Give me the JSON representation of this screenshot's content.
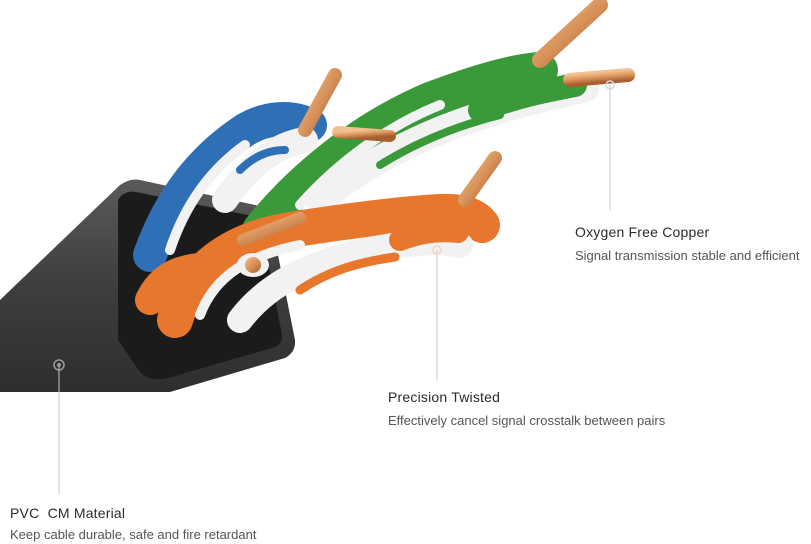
{
  "callouts": {
    "copper": {
      "title": "Oxygen Free Copper",
      "desc": "Signal transmission stable and efficient"
    },
    "twist": {
      "title": "Precision Twisted",
      "desc": "Effectively cancel signal crosstalk between pairs"
    },
    "pvc": {
      "title": "PVC  CM Material",
      "desc": "Keep cable durable, safe and fire retardant"
    }
  },
  "colors": {
    "jacket": "#4a4a4a",
    "jacket_inner": "#1a1a1a",
    "blue": "#2f6fb5",
    "green": "#3a9a3a",
    "orange": "#e8772e",
    "white": "#f2f2f2",
    "copper": "#d8925a",
    "leader": "#c8c8c8"
  }
}
